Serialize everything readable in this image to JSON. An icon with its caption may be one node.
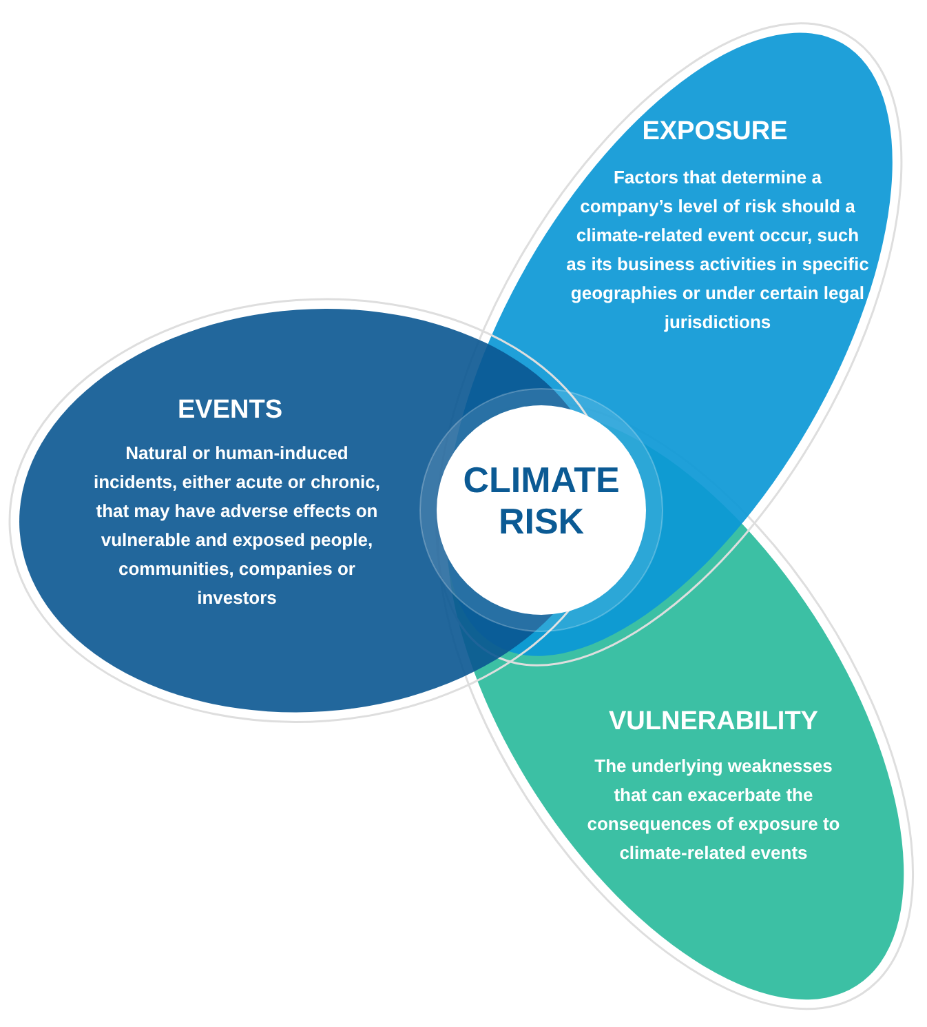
{
  "diagram": {
    "nodes": [
      {
        "text": [
          "EXPOSURE",
          "Factors that determine a company’s level of risk should a climate-related event occur, such as its business activities in specific geographies or under certain legal jurisdictions"
        ]
      },
      {
        "text": [
          "EVENTS",
          "Natural or human-induced incidents, either acute or chronic, that may have adverse effects on vulnerable and exposed people, communities, companies or investors"
        ]
      },
      {
        "text": [
          "VULNERABILITY",
          "The underlying weaknesses that can exacerbate the consequences of exposure to climate-related events"
        ]
      },
      {
        "text": [
          "CLIMATE RISK"
        ]
      }
    ]
  }
}
